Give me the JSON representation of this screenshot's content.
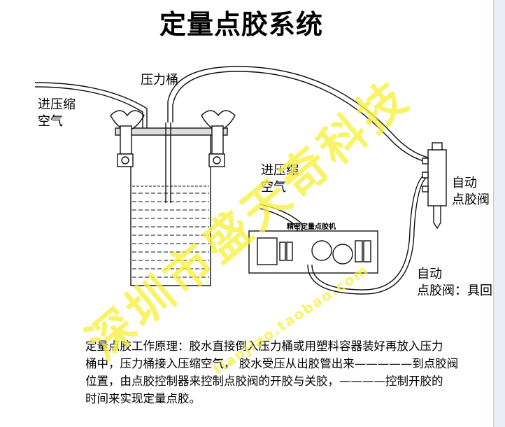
{
  "title": "定量点胶系统",
  "labels": {
    "compressed_air_left_1": "进压缩",
    "compressed_air_left_2": "空气",
    "pressure_tank": "压力桶",
    "compressed_air_mid_1": "进压缩",
    "compressed_air_mid_2": "空气",
    "auto_valve_top_1": "自动",
    "auto_valve_top_2": "点胶阀",
    "auto_valve_bottom_1": "自动",
    "auto_valve_bottom_2": "点胶阀：具回吸",
    "machine_name": "精密定量点胶机"
  },
  "description": {
    "line1": "定量点胶工作原理：胶水直接倒入压力桶或用塑料容器装好再放入压力",
    "line2": "桶中，压力桶接入压缩空气， 胶水受压从出胶管出来—————到点胶阀",
    "line3": "位置，由点胶控制器来控制点胶阀的开胶与关胶，————控制开胶的",
    "line4": "时间来实现定量点胶。"
  },
  "watermark": {
    "main": "深圳市盛天奇科技",
    "url": "tianjiao.taobao.com"
  },
  "colors": {
    "line": "#111111",
    "watermark": "#f6f03c",
    "background": "#ffffff"
  }
}
